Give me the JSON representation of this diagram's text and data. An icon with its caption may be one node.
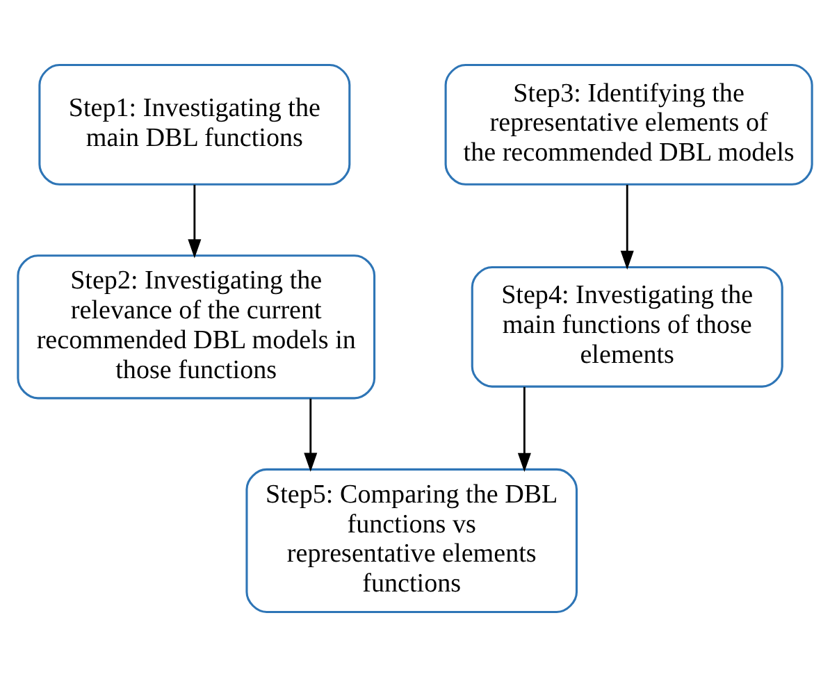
{
  "diagram": {
    "nodes": [
      {
        "text": [
          "Step1: Investigating the main DBL functions"
        ]
      },
      {
        "text": [
          "Step2: Investigating the relevance of the current recommended DBL models in those functions"
        ]
      },
      {
        "text": [
          "Step3: Identifying the representative elements of the recommended DBL models"
        ]
      },
      {
        "text": [
          "Step4: Investigating the main functions of those elements"
        ]
      },
      {
        "text": [
          "Step5: Comparing the DBL functions vs representative elements functions"
        ]
      }
    ],
    "edges": [
      {
        "from": 0,
        "to": 1,
        "arrow": "to"
      },
      {
        "from": 2,
        "to": 3,
        "arrow": "to"
      },
      {
        "from": 1,
        "to": 4,
        "arrow": "to"
      },
      {
        "from": 3,
        "to": 4,
        "arrow": "to"
      }
    ]
  }
}
